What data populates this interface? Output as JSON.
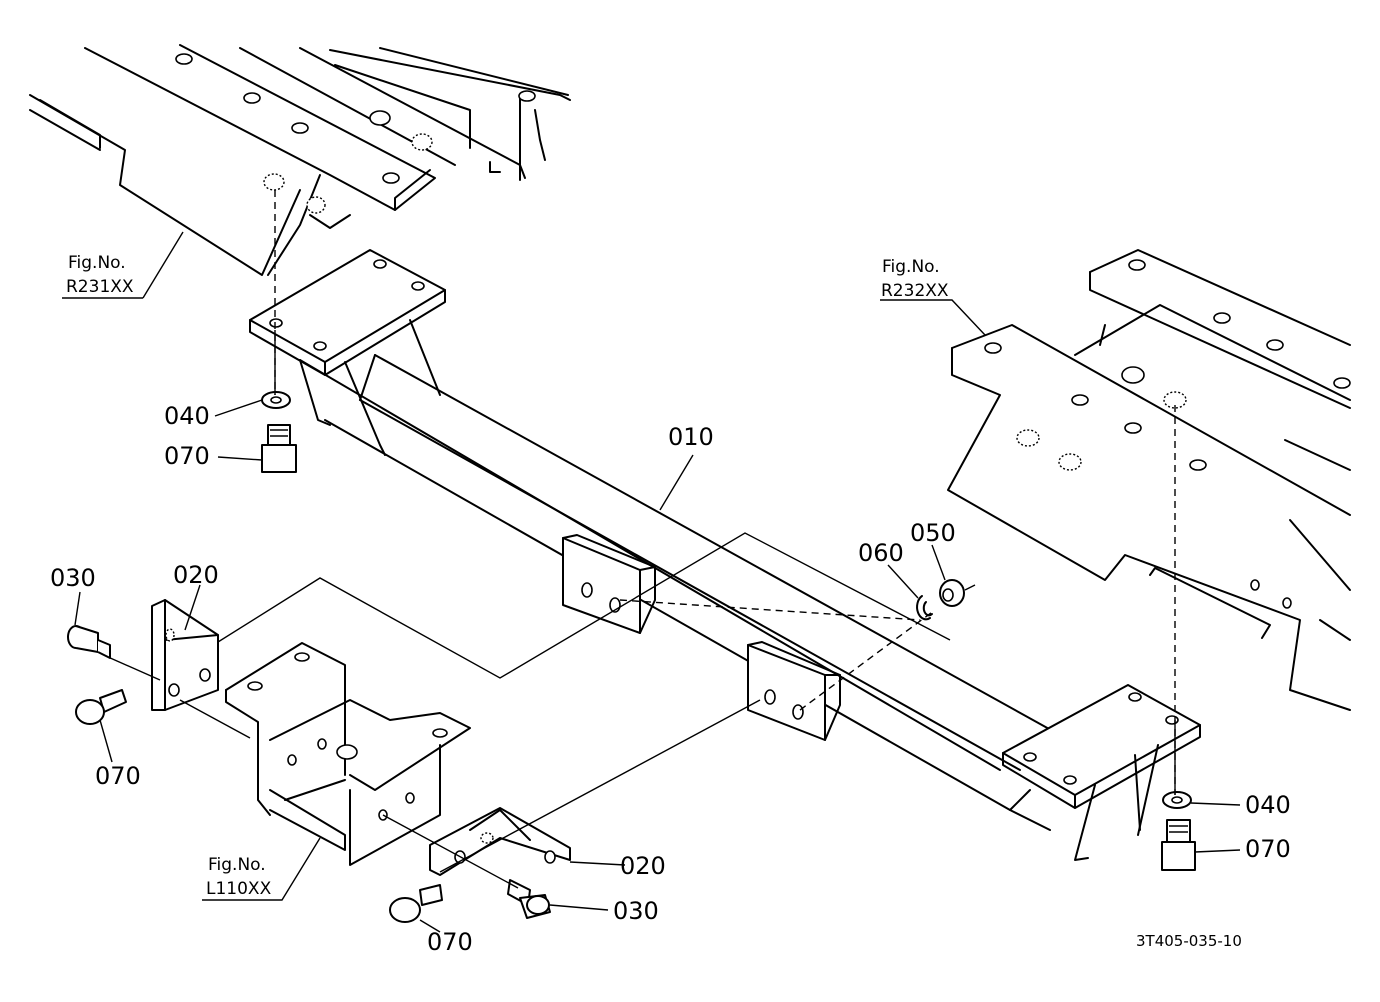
{
  "figure_refs": [
    {
      "id": "r231",
      "line1": "Fig.No.",
      "line2": "R231XX"
    },
    {
      "id": "r232",
      "line1": "Fig.No.",
      "line2": "R232XX"
    },
    {
      "id": "l110",
      "line1": "Fig.No.",
      "line2": "L110XX"
    }
  ],
  "part_labels": {
    "p010": "010",
    "p020_left": "020",
    "p020_bottom": "020",
    "p030_left": "030",
    "p030_bottom": "030",
    "p040_left": "040",
    "p040_right": "040",
    "p050": "050",
    "p060": "060",
    "p070_top_left": "070",
    "p070_left": "070",
    "p070_bottom": "070",
    "p070_right": "070"
  },
  "drawing_code": "3T405-035-10"
}
